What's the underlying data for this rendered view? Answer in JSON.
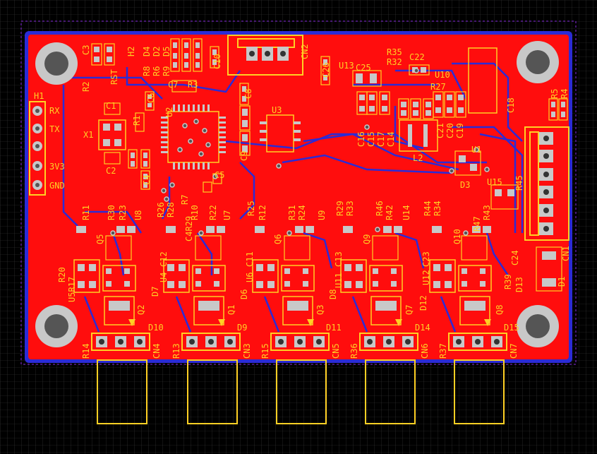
{
  "colors": {
    "background": "#000000",
    "grid": "#3a3a3a",
    "copper_top": "#ff0d0d",
    "copper_bottom": "#2b2bd6",
    "board_outline": "#8a2be2",
    "silkscreen": "#ffd024",
    "pad": "#c8c8c8",
    "drill": "#555555"
  },
  "header_h1": {
    "designator": "H1",
    "pins": [
      "RX",
      "TX",
      "",
      "3V3",
      "GND"
    ]
  },
  "labels": [
    "C3",
    "H2",
    "R2",
    "RST",
    "D4",
    "D2",
    "D5",
    "R8",
    "R6",
    "R9",
    "C10",
    "CN2",
    "C26",
    "U13",
    "C25",
    "R35",
    "R32",
    "C22",
    "U10",
    "R27",
    "C18",
    "R5",
    "R4",
    "C6",
    "C7",
    "R3",
    "C8",
    "C1",
    "R1",
    "X1",
    "U2",
    "C2",
    "C4",
    "U3",
    "C9",
    "C5",
    "C16",
    "C15",
    "C17",
    "C14",
    "C21",
    "C20",
    "C19",
    "L2",
    "U1",
    "D3",
    "U15",
    "R45",
    "R11",
    "R30",
    "R23",
    "U8",
    "R26",
    "R28",
    "R7",
    "R10",
    "R22",
    "U7",
    "R25",
    "R12",
    "R31",
    "R24",
    "U9",
    "R29",
    "R33",
    "R46",
    "R42",
    "U14",
    "R44",
    "R34",
    "R47",
    "R43",
    "Q5",
    "C4R29",
    "Q6",
    "Q9",
    "Q10",
    "R20",
    "U5R17",
    "C12",
    "U4",
    "C11",
    "U6",
    "C13",
    "U11",
    "C23",
    "U12",
    "C24",
    "R39",
    "D13",
    "D1",
    "CN1",
    "D7",
    "D6",
    "D8",
    "D12",
    "Q2",
    "Q1",
    "Q3",
    "Q7",
    "Q8",
    "D10",
    "D9",
    "D11",
    "D14",
    "D15",
    "R14",
    "CN4",
    "R13",
    "CN3",
    "R15",
    "CN5",
    "R36",
    "CN6",
    "R37",
    "CN7"
  ]
}
